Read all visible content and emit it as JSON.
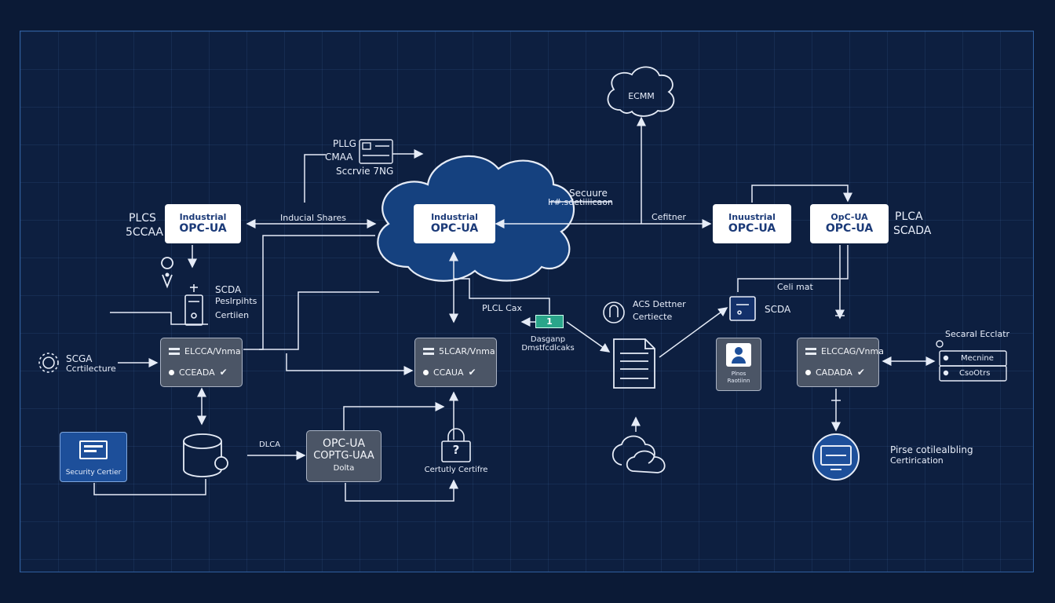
{
  "colors": {
    "background": "#0b1a36",
    "frame_border": "#2f5fa0",
    "cloud_fill": "#15417f",
    "line": "#e6ecf7",
    "node_gray": "#4b5566",
    "accent_green": "#2aa58a",
    "security_center_fill": "#1d4f9a"
  },
  "top_cloud": {
    "label": "ECMM"
  },
  "main_cloud": {
    "title": "Industrial",
    "subtitle": "OPC-UA"
  },
  "plc_top": {
    "line1": "PLLG",
    "line2": "CMAA",
    "line3": "Sccrvie 7NG"
  },
  "left_node": {
    "side1": "PLCS",
    "side2": "5CCAA",
    "title": "Industrial",
    "subtitle": "OPC-UA"
  },
  "industrial_shares": "Inducial Shares",
  "secure_auth": {
    "line1": "Secuure",
    "line2": "Ir#.sdetiiiicaon"
  },
  "cert_link": "Cefitner",
  "right_node1": {
    "title": "Inuustrial",
    "subtitle": "OPC-UA"
  },
  "right_node2": {
    "title": "OpC-UA",
    "subtitle": "OPC-UA",
    "side1": "PLCA",
    "side2": "SCADA"
  },
  "scada_left": {
    "line1": "SCDA",
    "line2": "Peslrpihts",
    "line3": "Certiien"
  },
  "scga_cert": {
    "line1": "SCGA",
    "line2": "Ccrtilecture"
  },
  "gray_left": {
    "row1": "ELCCA/Vnma",
    "row2": "CCEADA"
  },
  "gray_mid": {
    "row1": "5LCAR/Vnma",
    "row2": "CCAUA"
  },
  "gray_right": {
    "row1": "ELCCAG/Vnma",
    "row2": "CADADA"
  },
  "plc_cax": "PLCL Cax",
  "green_tag": {
    "value": "1",
    "line1": "Dasganp",
    "line2": "Dmstfcdlcaks"
  },
  "acs_cert": {
    "line1": "ACS Dettner",
    "line2": "Certiecte"
  },
  "cell_mat": "Celi mat",
  "scda_right": "SCDA",
  "badge_person": {
    "line1": "Plnos",
    "line2": "Raotiinn"
  },
  "security_center": {
    "label": "Security Certier"
  },
  "dlca": "DLCA",
  "opc_gray": {
    "line1": "OPC-UA",
    "line2": "COPTG-UAA",
    "line3": "Dolta"
  },
  "security_cert": {
    "label": "Certutly Certifre",
    "symbol": "?"
  },
  "secure_ecosys": {
    "title": "Secaral Ecclatr",
    "item1": "Mecnine",
    "item2": "CsoOtrs"
  },
  "right_cert": {
    "line1": "Pirse cotilealbling",
    "line2": "Certirication"
  },
  "icons": [
    "location-pin-icon",
    "server-icon",
    "gear-icon",
    "database-icon",
    "document-icon",
    "person-badge-icon",
    "monitor-icon",
    "clouds-icon",
    "padlock-icon",
    "cloud-icon"
  ]
}
